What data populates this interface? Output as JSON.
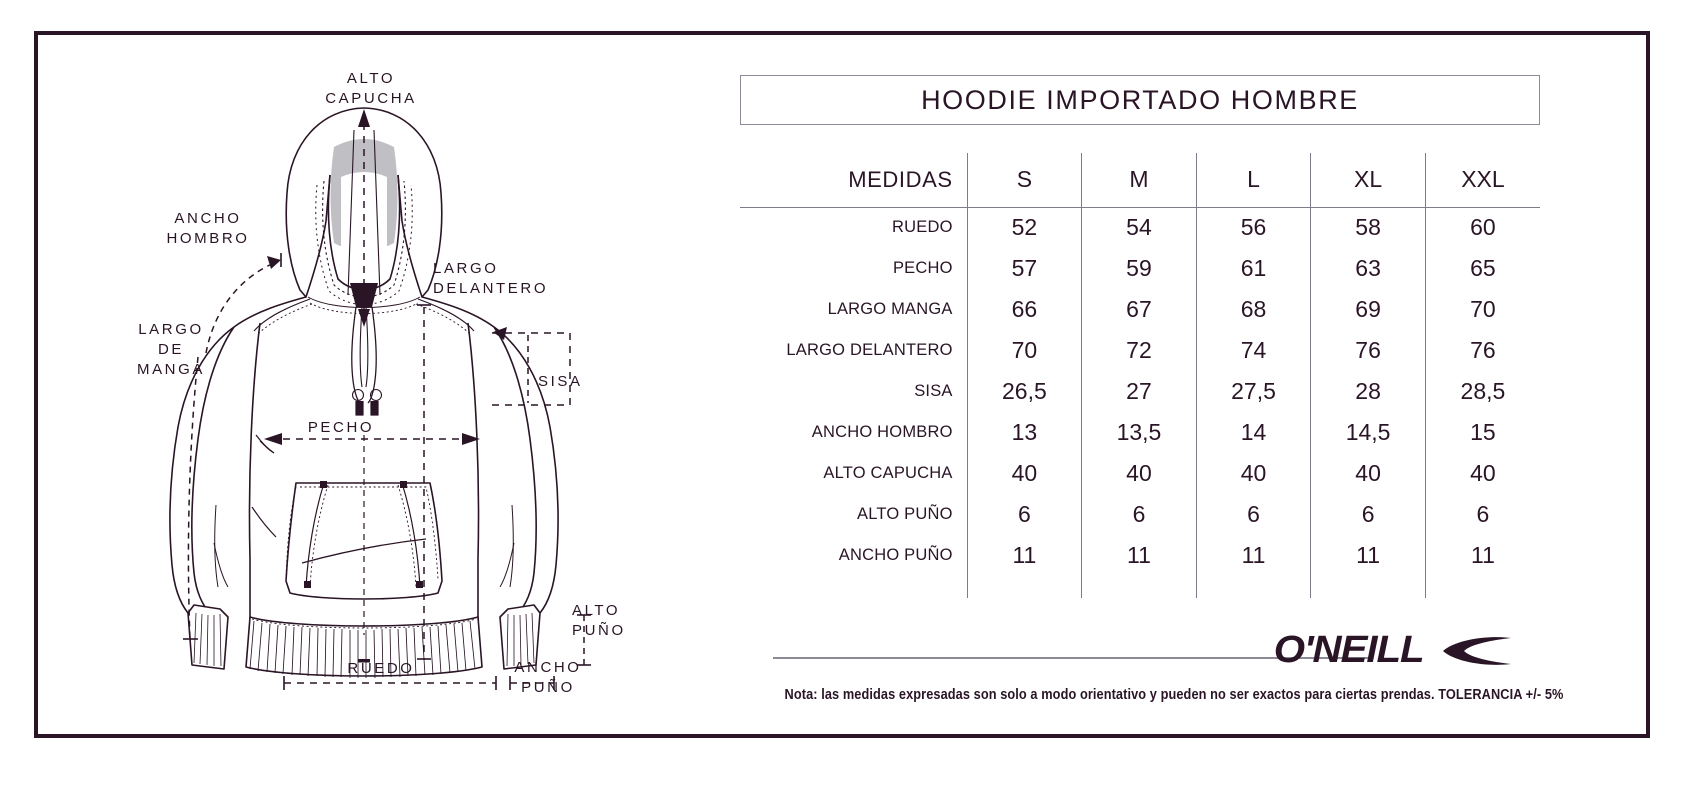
{
  "title": "HOODIE IMPORTADO HOMBRE",
  "border_color": "#2a1526",
  "rule_color": "#8b8a96",
  "diagram": {
    "labels": {
      "alto_capucha": "ALTO\nCAPUCHA",
      "ancho_hombro": "ANCHO\nHOMBRO",
      "largo_delantero": "LARGO\nDELANTERO",
      "largo_de_manga": "LARGO\nDE\nMANGA",
      "sisa": "SISA",
      "pecho": "PECHO",
      "alto_puno": "ALTO\nPUÑO",
      "ruedo": "RUEDO",
      "ancho_puno": "ANCHO\nPUÑO"
    }
  },
  "table": {
    "measure_header": "MEDIDAS",
    "sizes": [
      "S",
      "M",
      "L",
      "XL",
      "XXL"
    ],
    "rows": [
      {
        "name": "RUEDO",
        "values": [
          "52",
          "54",
          "56",
          "58",
          "60"
        ]
      },
      {
        "name": "PECHO",
        "values": [
          "57",
          "59",
          "61",
          "63",
          "65"
        ]
      },
      {
        "name": "LARGO MANGA",
        "values": [
          "66",
          "67",
          "68",
          "69",
          "70"
        ]
      },
      {
        "name": "LARGO DELANTERO",
        "values": [
          "70",
          "72",
          "74",
          "76",
          "76"
        ]
      },
      {
        "name": "SISA",
        "values": [
          "26,5",
          "27",
          "27,5",
          "28",
          "28,5"
        ]
      },
      {
        "name": "ANCHO HOMBRO",
        "values": [
          "13",
          "13,5",
          "14",
          "14,5",
          "15"
        ]
      },
      {
        "name": "ALTO CAPUCHA",
        "values": [
          "40",
          "40",
          "40",
          "40",
          "40"
        ]
      },
      {
        "name": "ALTO PUÑO",
        "values": [
          "6",
          "6",
          "6",
          "6",
          "6"
        ]
      },
      {
        "name": "ANCHO PUÑO",
        "values": [
          "11",
          "11",
          "11",
          "11",
          "11"
        ]
      }
    ]
  },
  "footer": {
    "brand": "O'NEILL",
    "note": "Nota: las medidas expresadas son solo a modo orientativo y pueden no ser exactos para ciertas prendas. TOLERANCIA +/- 5%"
  }
}
